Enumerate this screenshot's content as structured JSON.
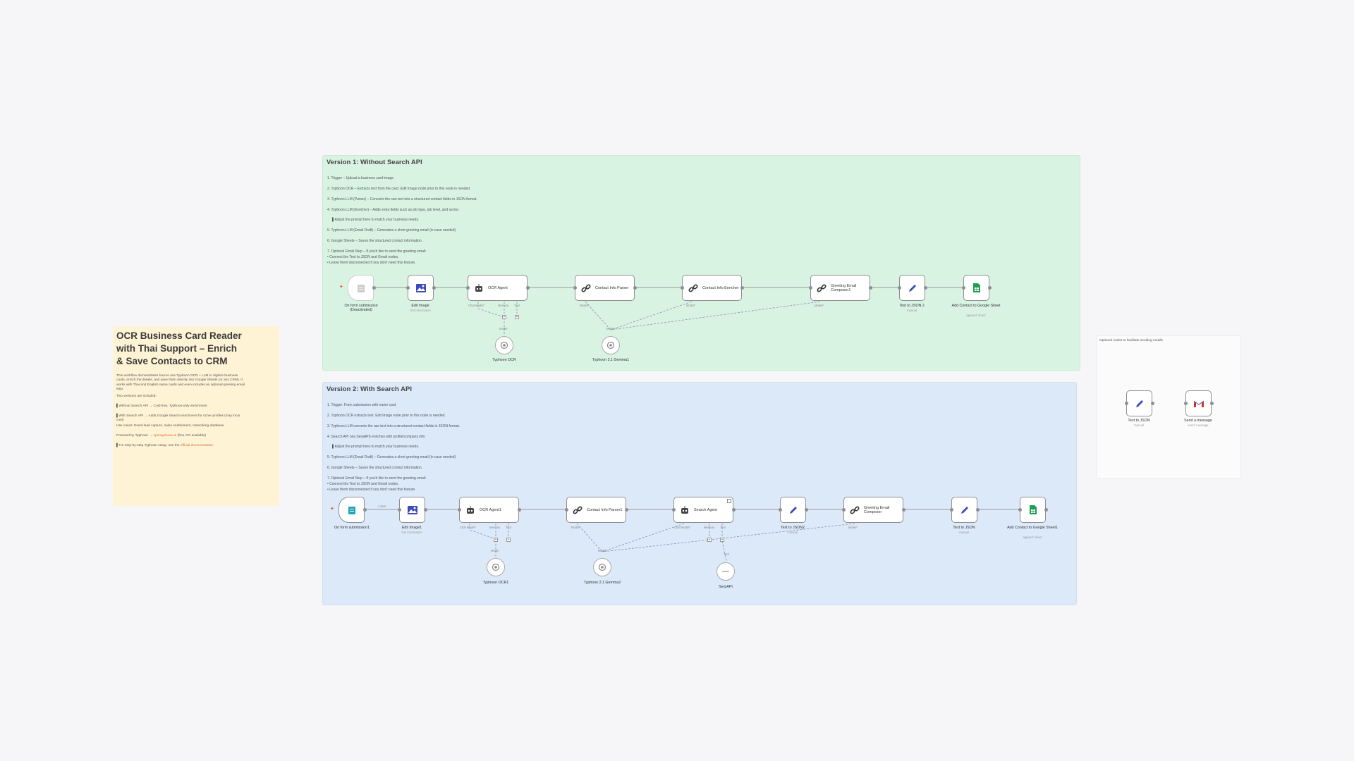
{
  "colors": {
    "canvas": "#f6f6f8",
    "note_yellow": "#fff3d6",
    "note_green": "#d9f3e2",
    "note_blue": "#dce9f8",
    "link": "#e06a3a",
    "node_border": "#8e8e95",
    "sheets_green": "#1e9e55",
    "edit_blue": "#3b4cb8"
  },
  "main_note": {
    "title": "OCR Business Card Reader with Thai Support – Enrich & Save Contacts to CRM",
    "intro": "This workflow demonstrates how to use Typhoon OCR + LLM to digitize business cards, enrich the details, and save them directly into Google Sheets (or any CRM). It works with Thai and English name cards and even includes an optional greeting email step.",
    "versions_intro": "Two versions are included:",
    "v1_line": "▌Without Search API → Cost-free, Typhoon-only enrichment",
    "v2_line": "▌With Search API → Adds Google Search enrichment for richer profiles (may incur cost)",
    "use_cases": "Use cases: Event lead capture, sales enablement, networking database.",
    "powered_prefix": "Powered by Typhoon → ",
    "powered_link": "opentyphoon.ai",
    "powered_suffix": " (free API available)",
    "setup_prefix": "▌For step-by-step Typhoon setup, see the ",
    "setup_link": "official documentation"
  },
  "v1": {
    "title": "Version 1: Without Search API",
    "steps": [
      "1. Trigger – Upload a business card image.",
      "2. Typhoon OCR – Extracts text from the card. Edit Image node prior to this node is needed.",
      "3. Typhoon LLM (Parser) – Converts the raw text into a structured contact fields in JSON format.",
      "4. Typhoon LLM (Enricher) – Adds extra fields such as job type, job level, and sector.",
      "▌Adjust the prompt here to match your business needs.",
      "5. Typhoon LLM (Email Draft) – Generates a short greeting email (in case needed)",
      "6. Google Sheets – Saves the structured contact information.",
      "7. Optional Email Step – If you'd like to send the greeting email:",
      "• Connect the Text to JSON and Gmail nodes.",
      "• Leave them disconnected if you don't need this feature."
    ],
    "nodes": {
      "trigger": {
        "name": "On form submission (Deactivated)"
      },
      "edit_image": {
        "name": "Edit Image",
        "sub": "Get Information"
      },
      "ocr_agent": {
        "label": "OCR Agent",
        "ports": [
          "Chat Model*",
          "Memory",
          "Tool"
        ]
      },
      "parser": {
        "label": "Contact Info Parser",
        "port": "Model*"
      },
      "enricher": {
        "label": "Contact Info Enricher",
        "port": "Model*"
      },
      "composer": {
        "label": "Greeting Email Composer1",
        "port": "Model*"
      },
      "text_json": {
        "name": "Text to JSON 2",
        "sub": "manual"
      },
      "sheets": {
        "name": "Add Contact to Google Sheet",
        "sub": "append: sheet"
      },
      "model_ocr": {
        "name": "Typhoon OCR",
        "port": "Model"
      },
      "model_llm": {
        "name": "Typhoon 2.1 Gemma1",
        "port": "Model"
      }
    }
  },
  "v2": {
    "title": "Version 2: With Search API",
    "steps": [
      "1. Trigger: Form submission with name card",
      "2. Typhoon OCR extracts text. Edit Image node prior to this node is needed.",
      "3. Typhoon LLM converts the raw text into a structured contact fields in JSON format.",
      "4. Search API (via SerpAPI) enriches with profile/company info",
      "▌Adjust the prompt here to match your business needs.",
      "5. Typhoon LLM (Email Draft) – Generates a short greeting email (in case needed)",
      "6. Google Sheets – Saves the structured contact information.",
      "7. Optional Email Step – If you'd like to send the greeting email:",
      "• Connect the Text to JSON and Gmail nodes.",
      "• Leave them disconnected if you don't need this feature."
    ],
    "nodes": {
      "trigger": {
        "name": "On form submission1",
        "edge": "1 item"
      },
      "edit_image": {
        "name": "Edit Image1",
        "sub": "Get Information"
      },
      "ocr_agent": {
        "label": "OCR Agent1",
        "ports": [
          "Chat Model*",
          "Memory",
          "Tool"
        ]
      },
      "parser": {
        "label": "Contact Info Parser1",
        "port": "Model*"
      },
      "search_agent": {
        "label": "Search Agent",
        "ports": [
          "Chat Model*",
          "Memory",
          "Tool"
        ]
      },
      "text_json2": {
        "name": "Text to JSON2",
        "sub": "manual"
      },
      "composer": {
        "label": "Greeting Email Composer",
        "port": "Model*"
      },
      "text_json": {
        "name": "Text to JSON",
        "sub": "manual"
      },
      "sheets": {
        "name": "Add Contact to Google Sheet1",
        "sub": "append: sheet"
      },
      "model_ocr": {
        "name": "Typhoon OCR1",
        "port": "Model"
      },
      "model_llm": {
        "name": "Typhoon 2.1 Gemma2",
        "port": "Model"
      },
      "serp": {
        "name": "SerpAPI",
        "port": "Tool"
      }
    }
  },
  "optional": {
    "title": "Optional nodes to facilitate sending emails",
    "text_json": {
      "name": "Text to JSON",
      "sub": "manual"
    },
    "gmail": {
      "name": "Send a message",
      "sub": "send: message"
    }
  },
  "icons": {
    "trigger": "form-icon",
    "edit_image": "image-icon",
    "agent": "robot-icon",
    "chain": "chain-link-icon",
    "edit": "pencil-icon",
    "sheets": "google-sheets-icon",
    "model": "model-icon",
    "gmail": "gmail-icon"
  }
}
